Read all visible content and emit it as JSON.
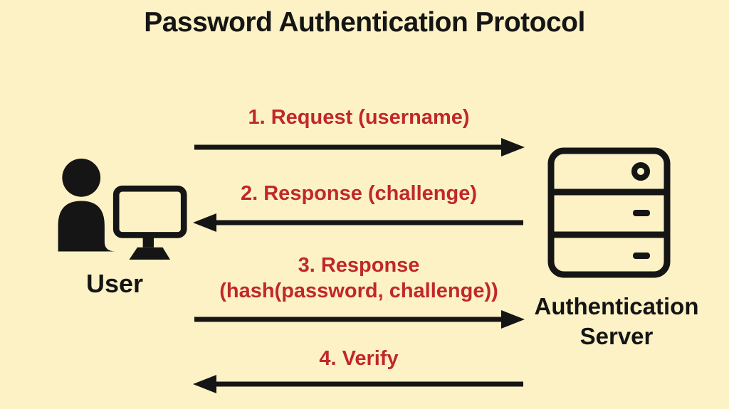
{
  "title": "Password Authentication Protocol",
  "colors": {
    "background": "#FCF2C5",
    "message_text": "#C1272D",
    "ink": "#151515"
  },
  "actors": {
    "user": {
      "label": "User",
      "icon": "user-at-computer-icon"
    },
    "server": {
      "label": "Authentication\nServer",
      "icon": "server-icon"
    }
  },
  "messages": [
    {
      "step": "1",
      "label": "1. Request (username)",
      "direction": "right"
    },
    {
      "step": "2",
      "label": "2. Response (challenge)",
      "direction": "left"
    },
    {
      "step": "3",
      "label": "3. Response\n(hash(password, challenge))",
      "direction": "right"
    },
    {
      "step": "4",
      "label": "4. Verify",
      "direction": "left"
    }
  ]
}
